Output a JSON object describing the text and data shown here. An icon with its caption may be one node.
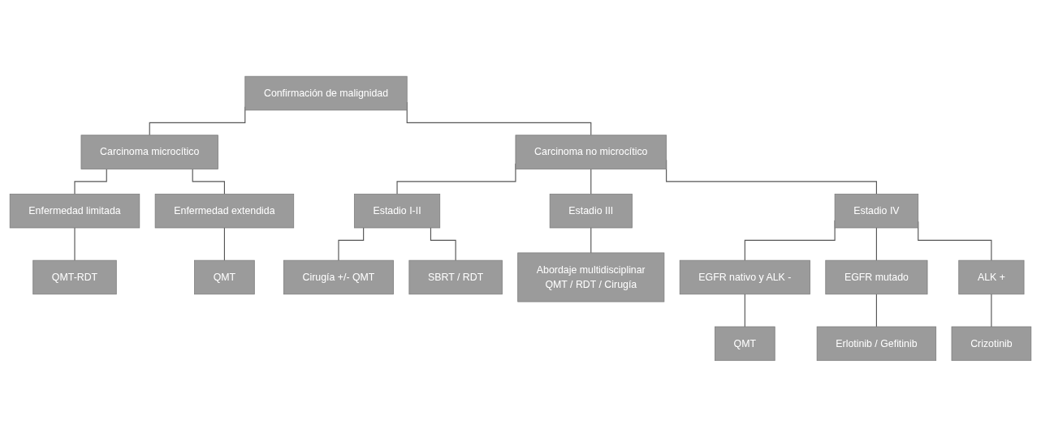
{
  "diagram": {
    "nodes": [
      {
        "text": [
          "Confirmación de malignidad"
        ]
      },
      {
        "text": [
          "Carcinoma microcítico"
        ]
      },
      {
        "text": [
          "Carcinoma no microcítico"
        ]
      },
      {
        "text": [
          "Enfermedad limitada"
        ]
      },
      {
        "text": [
          "Enfermedad extendida"
        ]
      },
      {
        "text": [
          "QMT-RDT"
        ]
      },
      {
        "text": [
          "QMT"
        ]
      },
      {
        "text": [
          "Estadio I-II"
        ]
      },
      {
        "text": [
          "Estadio III"
        ]
      },
      {
        "text": [
          "Estadio IV"
        ]
      },
      {
        "text": [
          "Cirugía +/- QMT"
        ]
      },
      {
        "text": [
          "SBRT / RDT"
        ]
      },
      {
        "text": [
          "Abordaje multidisciplinar",
          "QMT / RDT / Cirugía"
        ]
      },
      {
        "text": [
          "EGFR nativo y ALK -"
        ]
      },
      {
        "text": [
          "EGFR mutado"
        ]
      },
      {
        "text": [
          "ALK +"
        ]
      },
      {
        "text": [
          "QMT"
        ]
      },
      {
        "text": [
          "Erlotinib / Gefitinib"
        ]
      },
      {
        "text": [
          "Crizotinib"
        ]
      }
    ],
    "edges": [
      {
        "from": 0,
        "to": 1,
        "arrow": "none"
      },
      {
        "from": 0,
        "to": 2,
        "arrow": "none"
      },
      {
        "from": 1,
        "to": 3,
        "arrow": "none"
      },
      {
        "from": 1,
        "to": 4,
        "arrow": "none"
      },
      {
        "from": 3,
        "to": 5,
        "arrow": "none"
      },
      {
        "from": 4,
        "to": 6,
        "arrow": "none"
      },
      {
        "from": 2,
        "to": 7,
        "arrow": "none"
      },
      {
        "from": 2,
        "to": 8,
        "arrow": "none"
      },
      {
        "from": 2,
        "to": 9,
        "arrow": "none"
      },
      {
        "from": 7,
        "to": 10,
        "arrow": "none"
      },
      {
        "from": 7,
        "to": 11,
        "arrow": "none"
      },
      {
        "from": 8,
        "to": 12,
        "arrow": "none"
      },
      {
        "from": 9,
        "to": 13,
        "arrow": "none"
      },
      {
        "from": 9,
        "to": 14,
        "arrow": "none"
      },
      {
        "from": 9,
        "to": 15,
        "arrow": "none"
      },
      {
        "from": 13,
        "to": 16,
        "arrow": "none"
      },
      {
        "from": 14,
        "to": 17,
        "arrow": "none"
      },
      {
        "from": 15,
        "to": 18,
        "arrow": "none"
      }
    ]
  }
}
